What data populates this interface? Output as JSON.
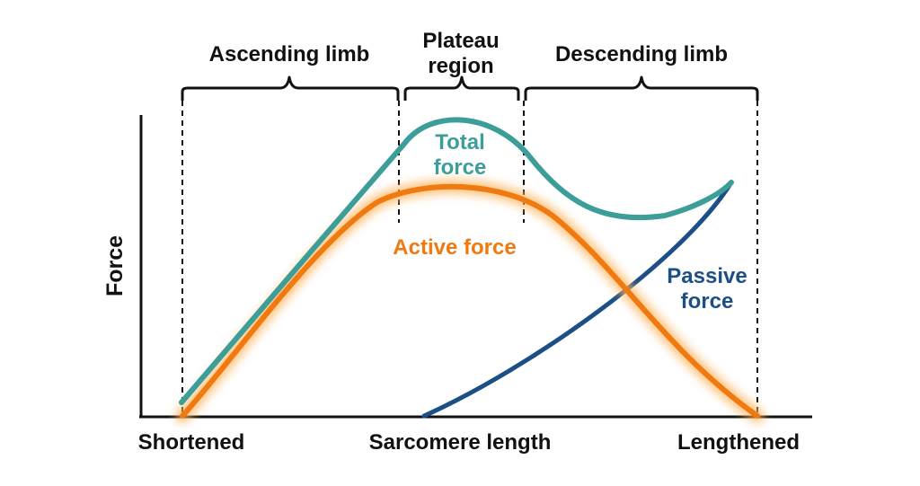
{
  "regions": {
    "ascending": "Ascending limb",
    "plateau_line1": "Plateau",
    "plateau_line2": "region",
    "descending": "Descending limb"
  },
  "curves": {
    "total_line1": "Total",
    "total_line2": "force",
    "active": "Active force",
    "passive_line1": "Passive",
    "passive_line2": "force"
  },
  "axes": {
    "y_label": "Force",
    "x_label": "Sarcomere length",
    "x_left": "Shortened",
    "x_right": "Lengthened"
  },
  "colors": {
    "total": "#3d9e99",
    "active": "#f07a10",
    "active_glow": "#ffb35c",
    "passive": "#1c4f86",
    "ink": "#111111"
  }
}
